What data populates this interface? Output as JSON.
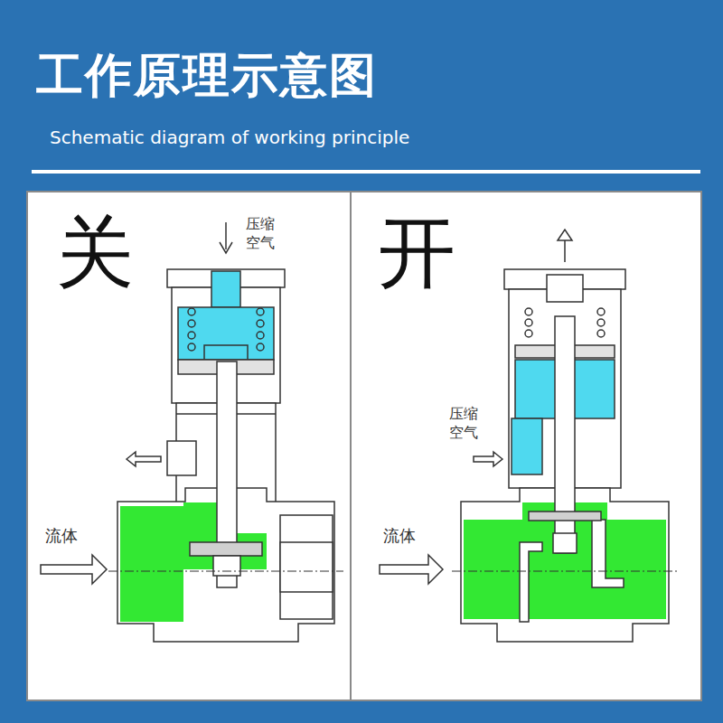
{
  "diagram": {
    "title": "工作原理示意图",
    "labels": [
      "Schematic diagram of working principle",
      "关",
      "压缩 空气",
      "流体",
      "开",
      "压缩 空气",
      "流体"
    ]
  }
}
